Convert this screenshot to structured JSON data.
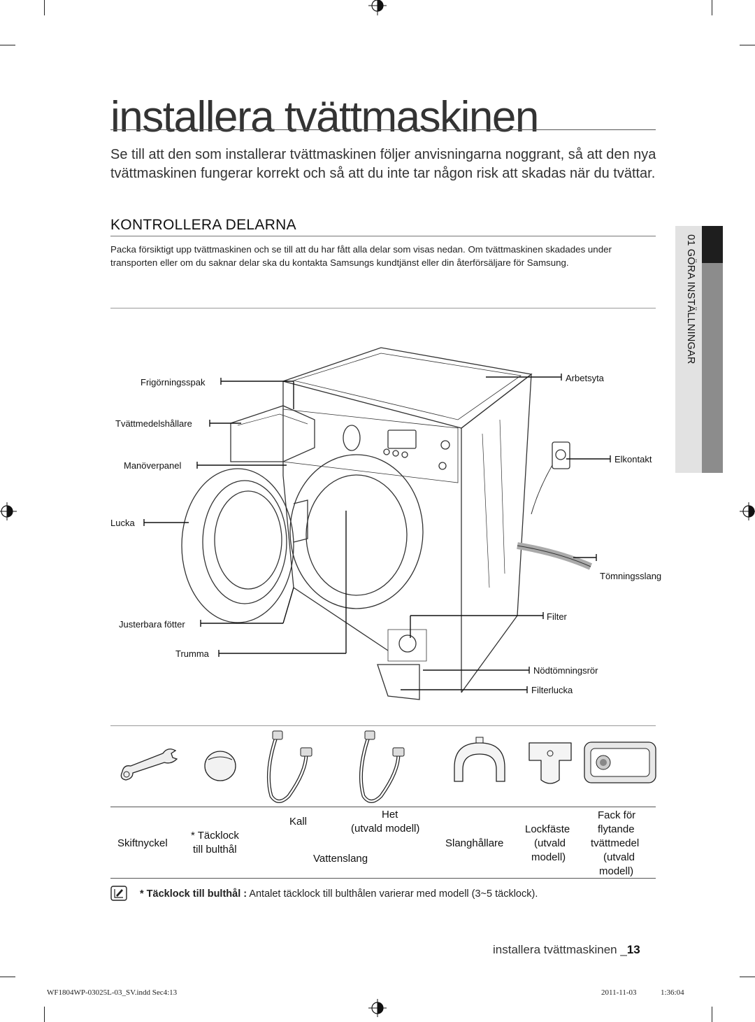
{
  "page": {
    "title": "installera tvättmaskinen",
    "intro": "Se till att den som installerar tvättmaskinen följer anvisningarna noggrant, så att den nya tvättmaskinen fungerar korrekt och så att du inte tar någon risk att skadas när du tvättar.",
    "section_title": "KONTROLLERA DELARNA",
    "section_body": "Packa försiktigt upp tvättmaskinen och se till att du har fått alla delar som visas nedan. Om tvättmaskinen skadades under transporten eller om du saknar delar ska du kontakta Samsungs kundtjänst eller din återförsäljare för Samsung.",
    "side_tab": "01 GÖRA INSTÄLLNINGAR"
  },
  "diagram_labels": {
    "release_lever": "Frigörningsspak",
    "detergent_drawer": "Tvättmedelshållare",
    "control_panel": "Manöverpanel",
    "door": "Lucka",
    "adjustable_feet": "Justerbara fötter",
    "drum": "Trumma",
    "worktop": "Arbetsyta",
    "power_plug": "Elkontakt",
    "drain_hose": "Tömningsslang",
    "filter": "Filter",
    "emergency_drain": "Nödtömningsrör",
    "filter_cover": "Filterlucka"
  },
  "parts": {
    "spanner": "Skiftnyckel",
    "bolt_cap_1": "* Täcklock",
    "bolt_cap_2": "till bulthål",
    "cold": "Kall",
    "hot_1": "Het",
    "hot_2": "(utvald modell)",
    "water_hose": "Vattenslang",
    "hose_holder": "Slanghållare",
    "lock_cap_1": "Lockfäste",
    "lock_cap_2": "(utvald",
    "lock_cap_3": "modell)",
    "liquid_1": "Fack för",
    "liquid_2": "flytande",
    "liquid_3": "tvättmedel",
    "liquid_4": "(utvald",
    "liquid_5": "modell)"
  },
  "note": {
    "bold": "* Täcklock till bulthål :",
    "text": " Antalet täcklock till bulthålen varierar med modell (3~5 täcklock)."
  },
  "footer": {
    "label": "installera tvättmaskinen _",
    "page": "13",
    "file": "WF1804WP-03025L-03_SV.indd   Sec4:13",
    "date": "2011-11-03",
    "time": "1:36:04"
  }
}
